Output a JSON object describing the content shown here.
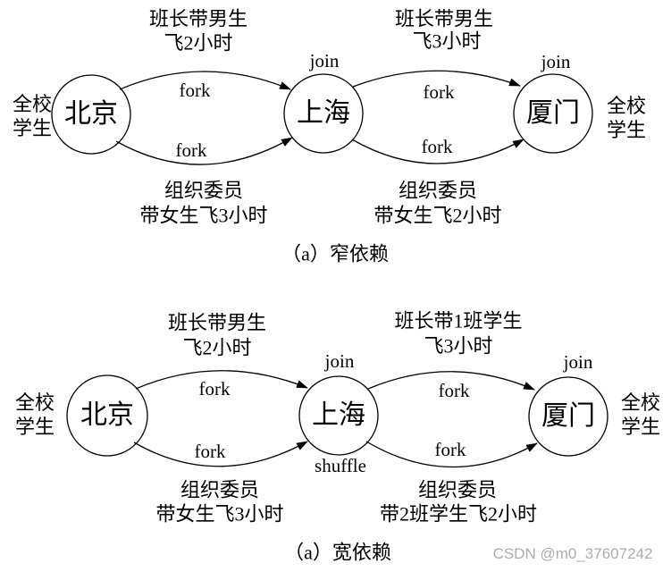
{
  "narrow": {
    "nodes": [
      "北京",
      "上海",
      "厦门"
    ],
    "side_left": [
      "全校",
      "学生"
    ],
    "side_right": [
      "全校",
      "学生"
    ],
    "join_labels": [
      "join",
      "join"
    ],
    "fork_labels": [
      "fork",
      "fork",
      "fork",
      "fork"
    ],
    "edge_top": [
      [
        "班长带男生",
        "飞2小时"
      ],
      [
        "班长带男生",
        "飞3小时"
      ]
    ],
    "edge_bottom": [
      [
        "组织委员",
        "带女生飞3小时"
      ],
      [
        "组织委员",
        "带女生飞2小时"
      ]
    ],
    "caption": "（a）窄依赖"
  },
  "wide": {
    "nodes": [
      "北京",
      "上海",
      "厦门"
    ],
    "side_left": [
      "全校",
      "学生"
    ],
    "side_right": [
      "全校",
      "学生"
    ],
    "join_labels": [
      "join",
      "join"
    ],
    "fork_labels": [
      "fork",
      "fork",
      "fork",
      "fork"
    ],
    "shuffle_label": "shuffle",
    "edge_top": [
      [
        "班长带男生",
        "飞2小时"
      ],
      [
        "班长带1班学生",
        "飞3小时"
      ]
    ],
    "edge_bottom": [
      [
        "组织委员",
        "带女生飞3小时"
      ],
      [
        "组织委员",
        "带2班学生飞2小时"
      ]
    ],
    "caption": "（a）宽依赖"
  },
  "watermark": "CSDN @m0_37607242"
}
